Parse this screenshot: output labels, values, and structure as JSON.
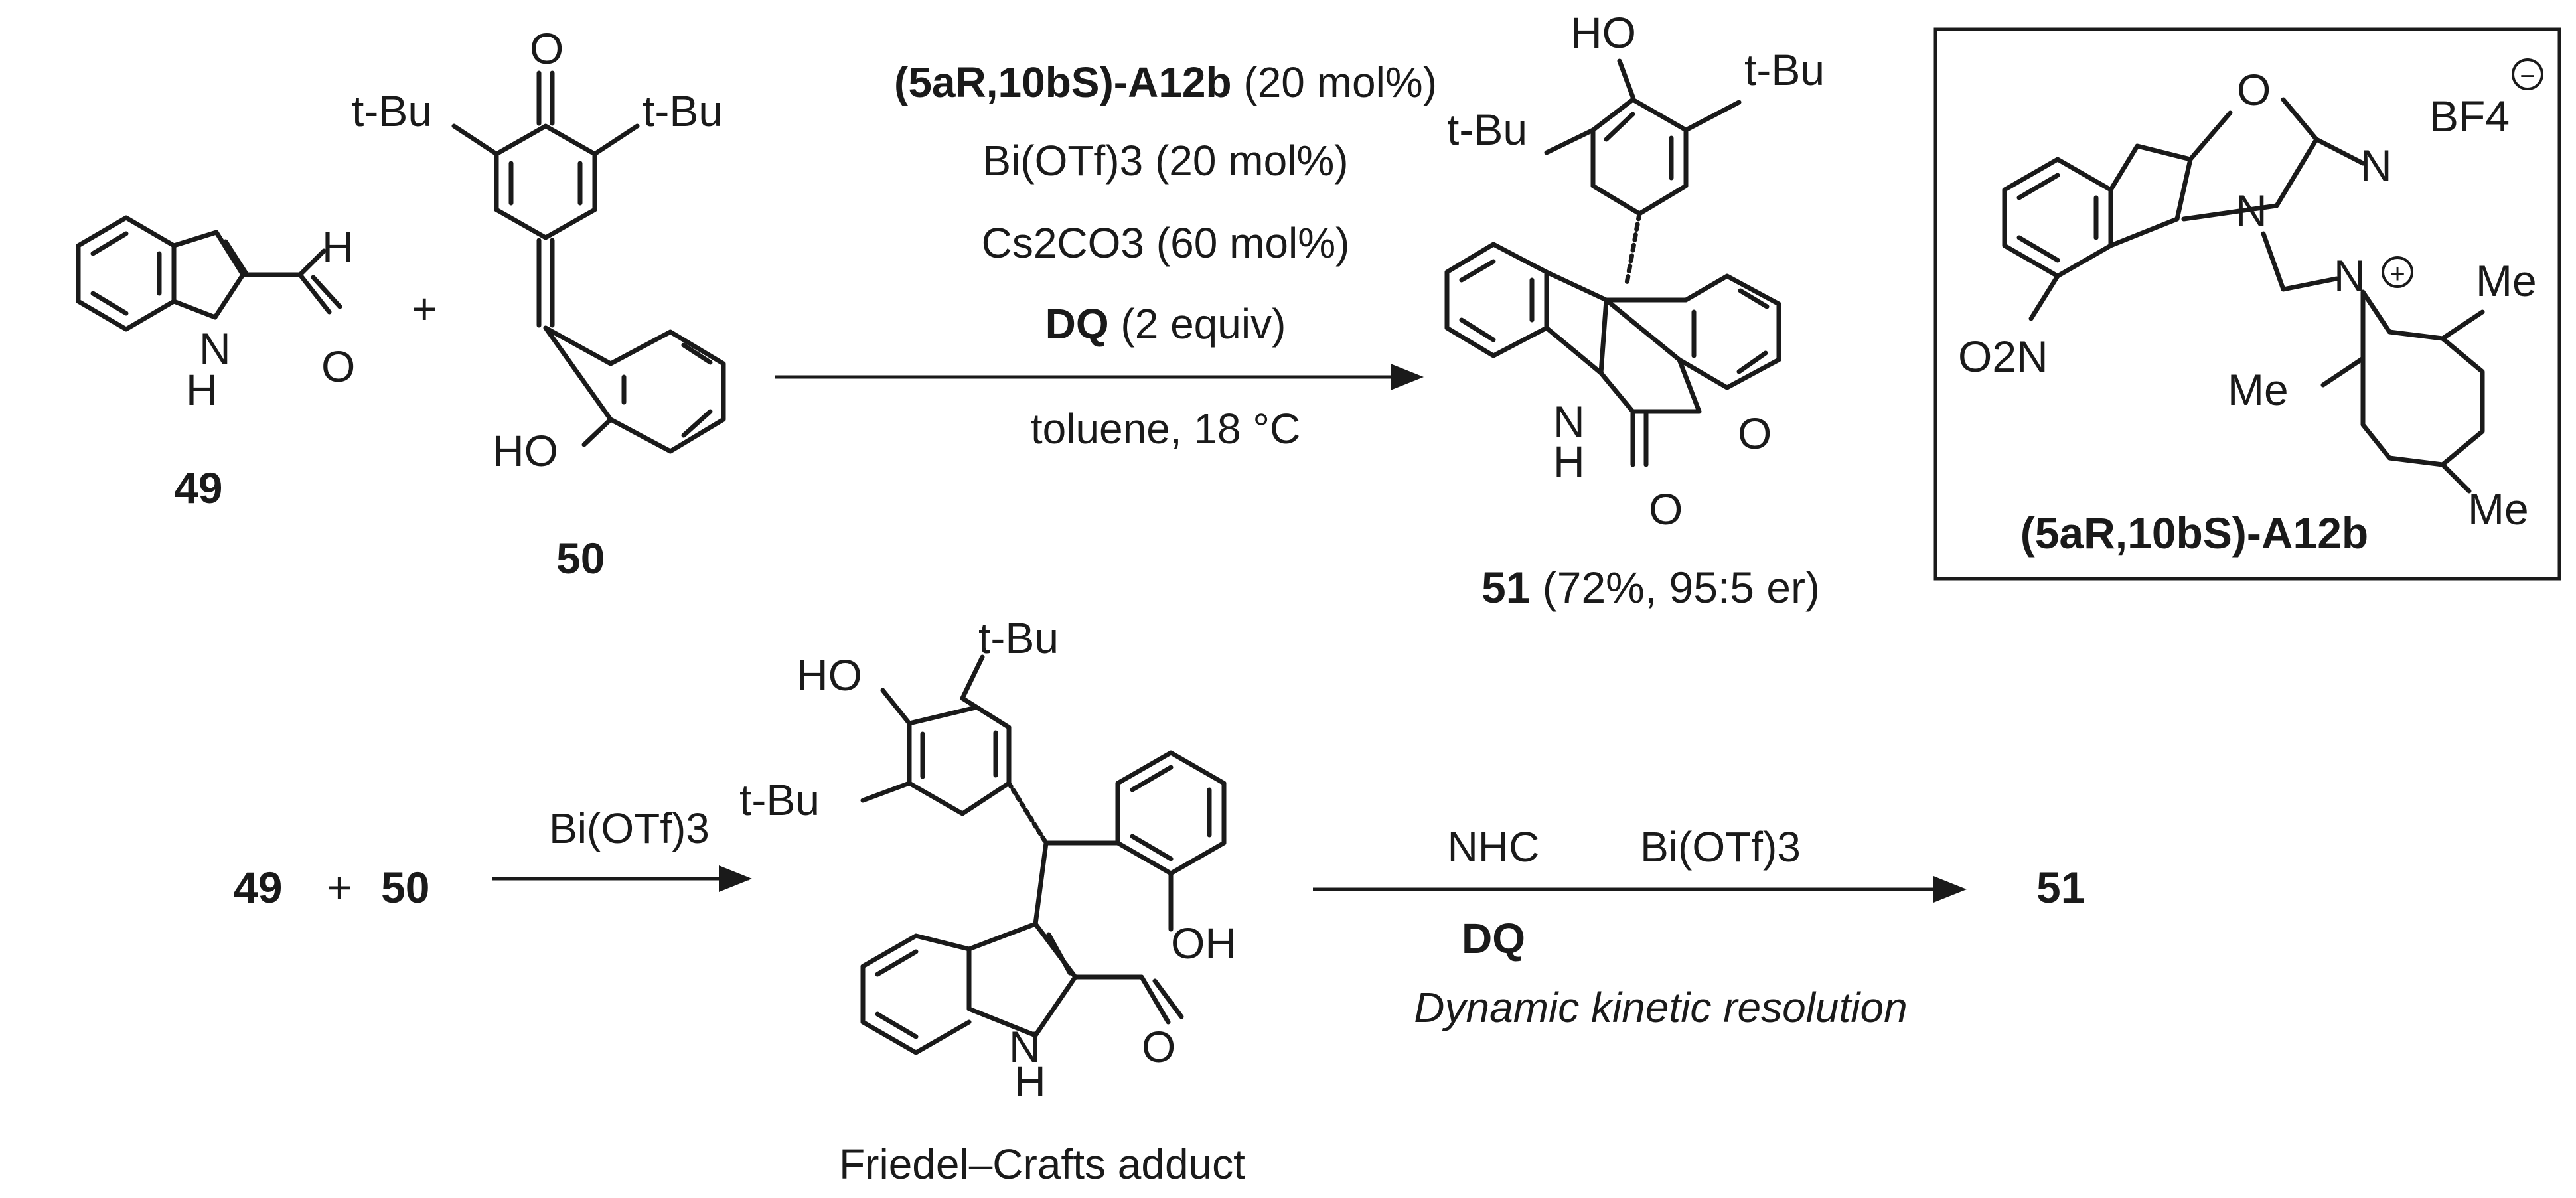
{
  "row1": {
    "reactant_a": {
      "id": "49",
      "atoms": {
        "n": "N",
        "nh": "H",
        "ald_h": "H",
        "o": "O"
      }
    },
    "plus": "+",
    "reactant_b": {
      "id": "50",
      "atoms": {
        "o": "O",
        "tbu": "t-Bu",
        "ho": "HO"
      }
    },
    "conditions": [
      {
        "bold": "(5aR,10bS)-A12b",
        "normal": " (20 mol%)"
      },
      {
        "normal": "Bi(OTf)3 (20 mol%)"
      },
      {
        "normal": "Cs2CO3 (60 mol%)"
      },
      {
        "bold": "DQ",
        "normal": " (2 equiv)"
      },
      {
        "normal": "toluene, 18 °C"
      }
    ],
    "product": {
      "id": "51",
      "yield": "(72%, 95:5 er)",
      "atoms": {
        "ho": "HO",
        "tbu": "t-Bu",
        "nh_n": "N",
        "nh_h": "H",
        "ring_o": "O",
        "carbonyl_o": "O"
      }
    },
    "catalyst_box": {
      "name": "(5aR,10bS)-A12b",
      "atoms": {
        "o": "O",
        "n": "N",
        "nplus": "N",
        "bf4": "BF4",
        "no2": "O2N",
        "me": "Me"
      },
      "charges": {
        "minus": "−",
        "plus": "+"
      }
    }
  },
  "row2": {
    "reactants": [
      "49",
      "+",
      "50"
    ],
    "step1_reagent": "Bi(OTf)3",
    "intermediate": {
      "label": "Friedel–Crafts adduct",
      "atoms": {
        "ho": "HO",
        "tbu": "t-Bu",
        "oh": "OH",
        "n": "N",
        "h": "H",
        "o": "O"
      }
    },
    "step2_reagents": {
      "a": "NHC",
      "b": "Bi(OTf)3",
      "c": "DQ"
    },
    "step2_note": "Dynamic kinetic resolution",
    "product": "51"
  },
  "colors": {
    "ink": "#1a1a1a",
    "background": "#ffffff"
  }
}
